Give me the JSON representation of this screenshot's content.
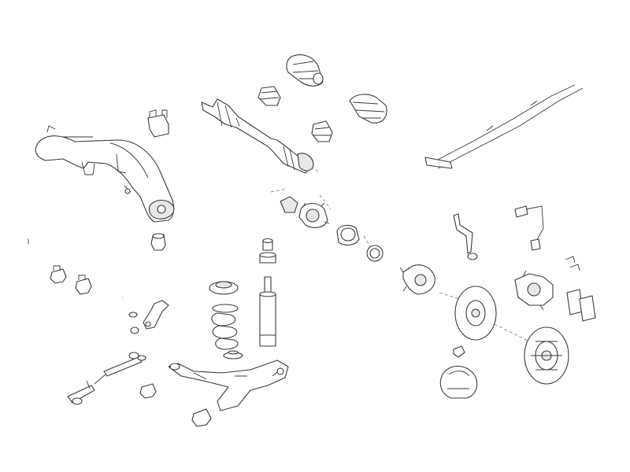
{
  "diagram": {
    "background": "#ffffff",
    "line_color": "#3a3a3a",
    "leader_color": "#8a8a8a",
    "parts": [
      "subframe",
      "subframe-mount-bushing",
      "subframe-bracket",
      "anti-roll-bar",
      "anti-roll-bar-bushing-left",
      "anti-roll-bar-bushing-right",
      "stabilizer-link-upper",
      "stabilizer-link-lower",
      "tie-rod",
      "tie-rod-end",
      "drive-shaft",
      "cv-boot-large",
      "cv-boot-small-outer",
      "cv-boot-inner-a",
      "cv-boot-inner-b",
      "dust-cover",
      "bump-stop",
      "top-mount",
      "coil-spring",
      "spring-seat",
      "shock-absorber",
      "control-arm",
      "control-arm-bushing-a",
      "control-arm-bushing-b",
      "wheel-hub",
      "wheel-bearing",
      "abs-ring",
      "hub-flange",
      "brake-disc-front",
      "brake-disc-rear",
      "brake-caliper",
      "brake-pads",
      "pad-clips",
      "brake-shoes",
      "brake-hose",
      "abs-sensor",
      "handbrake-cables",
      "bleed-valve"
    ]
  }
}
